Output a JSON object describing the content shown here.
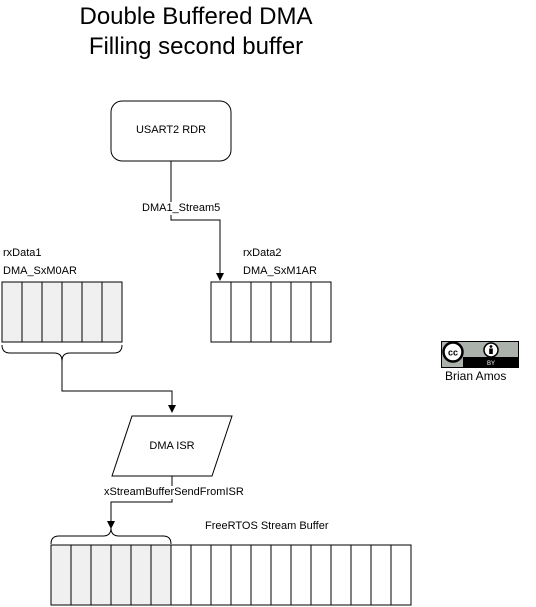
{
  "title": {
    "line1": "Double Buffered DMA",
    "line2": "Filling second buffer"
  },
  "source": {
    "label": "USART2 RDR"
  },
  "dma_stream": {
    "label": "DMA1_Stream5"
  },
  "buffer1": {
    "name": "rxData1",
    "register": "DMA_SxM0AR",
    "cells": 6,
    "filled": true
  },
  "buffer2": {
    "name": "rxData2",
    "register": "DMA_SxM1AR",
    "cells": 6,
    "filled": false
  },
  "isr": {
    "label": "DMA ISR"
  },
  "send_call": {
    "label": "xStreamBufferSendFromISR"
  },
  "stream_buffer": {
    "label": "FreeRTOS Stream Buffer",
    "cells": 18,
    "filled_cells": 6
  },
  "license": {
    "icon": "cc-by-icon",
    "badge_text": "BY",
    "author": "Brian Amos"
  },
  "colors": {
    "filled_cell": "#f0f0f0",
    "empty_cell": "#ffffff",
    "stroke": "#000000"
  }
}
